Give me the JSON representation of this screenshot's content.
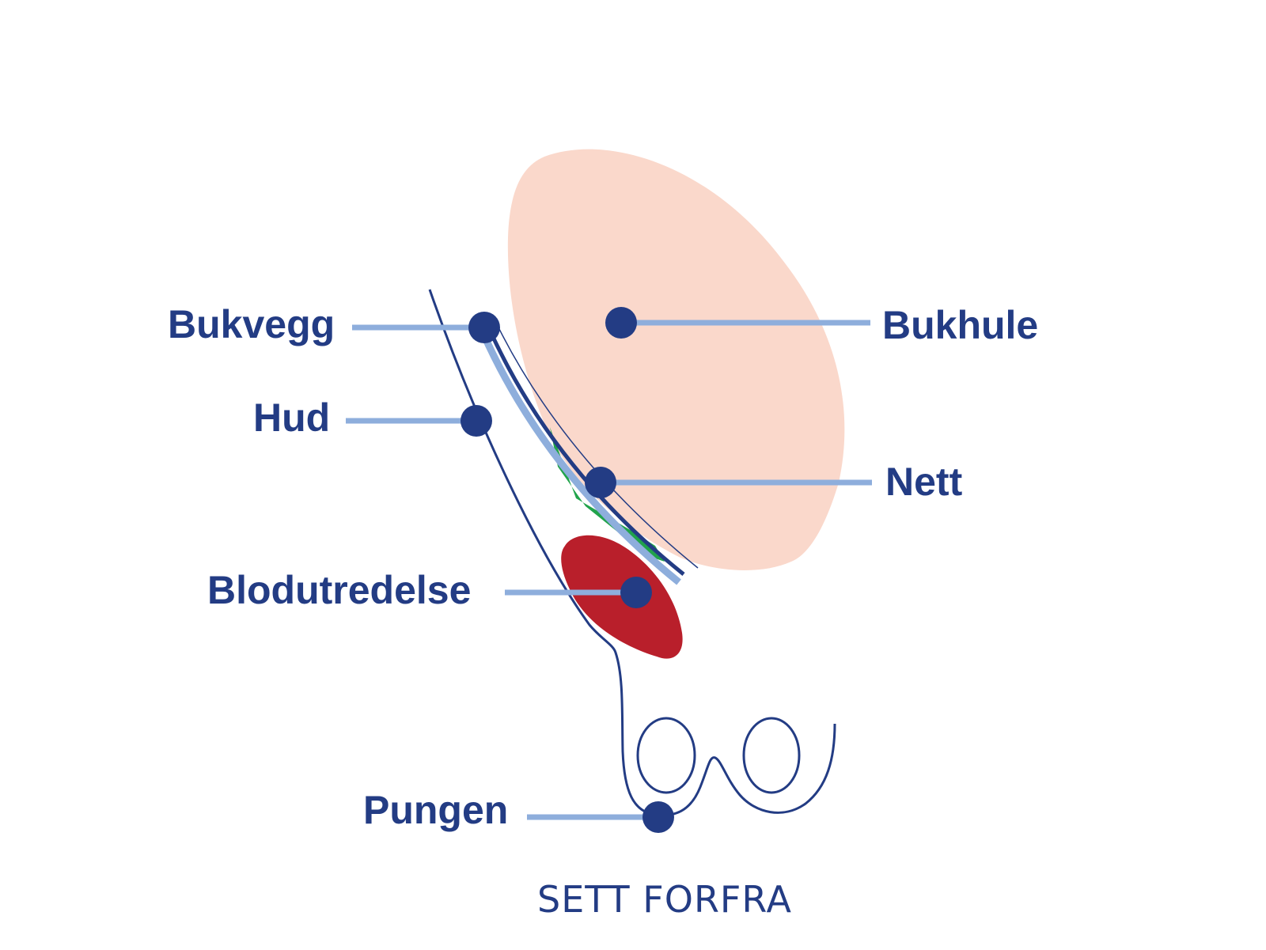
{
  "labels": {
    "bukvegg": "Bukvegg",
    "hud": "Hud",
    "blodutredelse": "Blodutredelse",
    "pungen": "Pungen",
    "bukhule": "Bukhule",
    "nett": "Nett"
  },
  "caption": "SETT FORFRA",
  "colors": {
    "text": "#233c84",
    "leader_line": "#8eaedc",
    "outline": "#233c84",
    "abdominal_cavity": "#fad8cb",
    "mesh": "#21a34b",
    "hematoma": "#b91f2b",
    "background": "#ffffff"
  }
}
